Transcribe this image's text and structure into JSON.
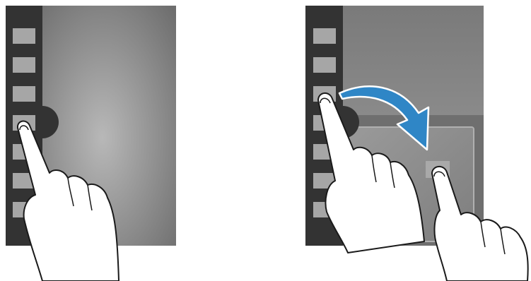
{
  "colors": {
    "background": "#ffffff",
    "tray": "#333333",
    "tray_tile": "#a6a6a6",
    "screen_light": "#b4b4b4",
    "screen_dark": "#6e6e6e",
    "window_fill": "#9a9a9a",
    "arrow_blue": "#2f86c6",
    "hand_fill": "#ffffff",
    "hand_stroke": "#1a1a1a"
  },
  "panels": [
    {
      "name": "panel-open-tray",
      "tray_tile_count": 7,
      "gesture": "tap-handle"
    },
    {
      "name": "panel-drag-app",
      "tray_tile_count": 7,
      "gesture": "drag-to-screen",
      "icon": "curved-arrow-icon"
    }
  ]
}
